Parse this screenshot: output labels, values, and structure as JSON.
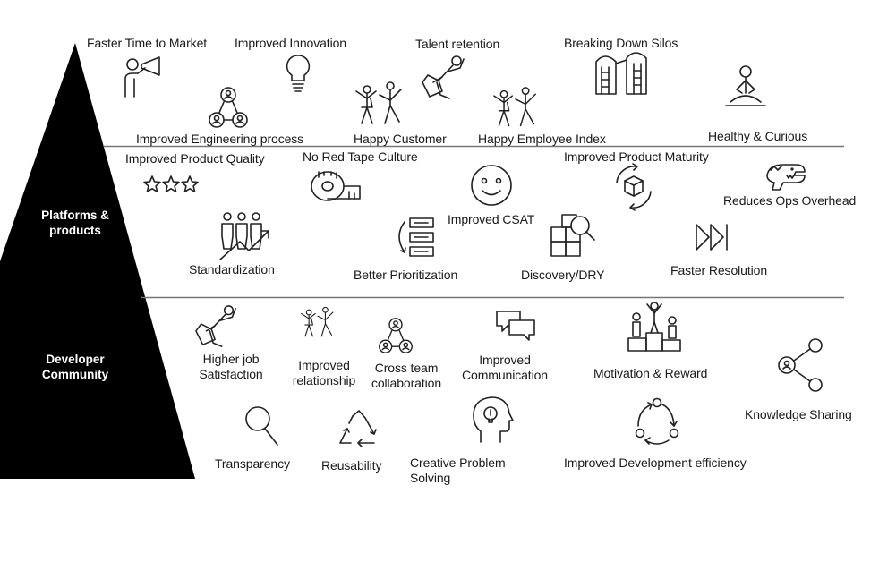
{
  "pyramid": {
    "tiers": [
      {
        "id": "platforms",
        "lines": [
          "Platforms &",
          "products"
        ]
      },
      {
        "id": "developer",
        "lines": [
          "Developer",
          "Community"
        ]
      }
    ]
  },
  "benefits": {
    "top": [
      {
        "id": "faster-time-to-market",
        "label": "Faster Time to Market",
        "icon": "megaphone-person-icon"
      },
      {
        "id": "improved-innovation",
        "label": "Improved Innovation",
        "icon": "lightbulb-icon"
      },
      {
        "id": "talent-retention",
        "label": "Talent retention",
        "icon": "flying-hero-icon"
      },
      {
        "id": "breaking-down-silos",
        "label": "Breaking Down Silos",
        "icon": "silos-icon"
      },
      {
        "id": "improved-engineering-process",
        "label": "Improved Engineering process",
        "icon": "network-people-icon"
      },
      {
        "id": "happy-customer",
        "label": "Happy Customer",
        "icon": "dancing-people-icon"
      },
      {
        "id": "happy-employee-index",
        "label": "Happy Employee Index",
        "icon": "dancing-people-icon"
      },
      {
        "id": "healthy-curious",
        "label": "Healthy & Curious",
        "icon": "meditation-icon"
      }
    ],
    "platforms": [
      {
        "id": "improved-product-quality",
        "label": "Improved  Product Quality",
        "icon": "stars-icon"
      },
      {
        "id": "no-red-tape-culture",
        "label": "No Red Tape Culture",
        "icon": "tape-measure-icon"
      },
      {
        "id": "improved-csat",
        "label": "Improved CSAT",
        "icon": "smiley-icon"
      },
      {
        "id": "improved-product-maturity",
        "label": "Improved Product Maturity",
        "icon": "box-cycle-icon"
      },
      {
        "id": "reduces-ops-overhead",
        "label": "Reduces Ops Overhead",
        "icon": "dinosaur-icon"
      },
      {
        "id": "standardization",
        "label": "Standardization",
        "icon": "people-growth-icon"
      },
      {
        "id": "better-prioritization",
        "label": "Better Prioritization",
        "icon": "ordered-list-icon"
      },
      {
        "id": "discovery-dry",
        "label": "Discovery/DRY",
        "icon": "boxes-search-icon"
      },
      {
        "id": "faster-resolution",
        "label": "Faster Resolution",
        "icon": "fast-forward-icon"
      }
    ],
    "developer": [
      {
        "id": "higher-job-satisfaction",
        "lines": [
          "Higher job",
          "Satisfaction"
        ],
        "icon": "flying-hero-icon"
      },
      {
        "id": "improved-relationship",
        "lines": [
          "Improved",
          "relationship"
        ],
        "icon": "dancing-people-icon"
      },
      {
        "id": "cross-team-collaboration",
        "lines": [
          "Cross team",
          "collaboration"
        ],
        "icon": "network-people-icon"
      },
      {
        "id": "improved-communication",
        "lines": [
          "Improved",
          "Communication"
        ],
        "icon": "speech-bubbles-icon"
      },
      {
        "id": "motivation-reward",
        "label": "Motivation & Reward",
        "icon": "podium-icon"
      },
      {
        "id": "knowledge-sharing",
        "label": "Knowledge Sharing",
        "icon": "share-icon"
      },
      {
        "id": "transparency",
        "label": "Transparency",
        "icon": "magnifier-icon"
      },
      {
        "id": "reusability",
        "label": "Reusability",
        "icon": "recycle-icon"
      },
      {
        "id": "creative-problem-solving",
        "lines": [
          "Creative Problem",
          "Solving"
        ],
        "icon": "head-idea-icon"
      },
      {
        "id": "improved-development-efficiency",
        "label": "Improved Development efficiency",
        "icon": "cycle-dots-icon"
      }
    ]
  },
  "colors": {
    "pyramid": "#000000",
    "divider": "#777777",
    "text": "#1a1a1a",
    "tier_text": "#ffffff"
  }
}
